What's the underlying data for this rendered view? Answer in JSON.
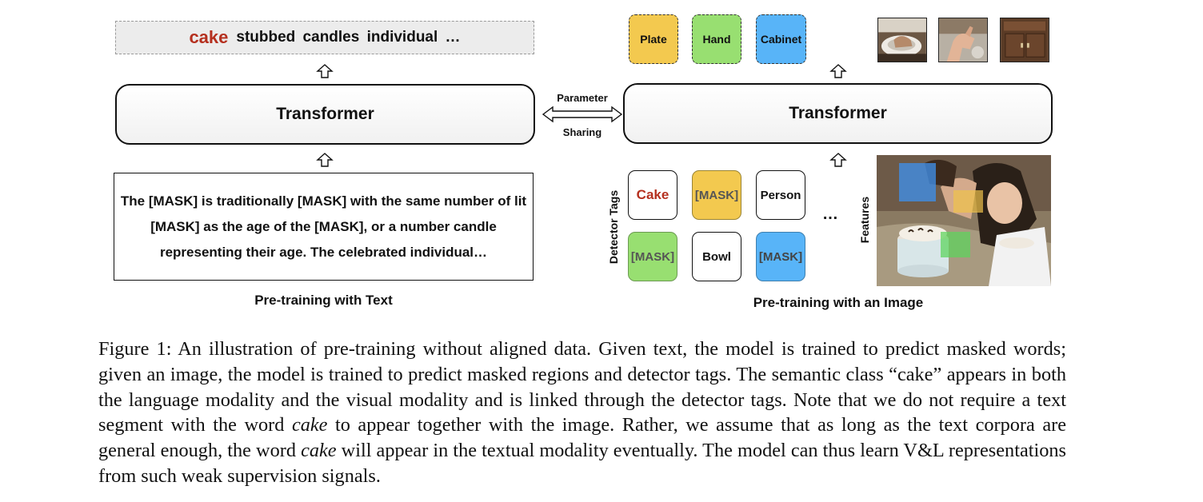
{
  "left": {
    "output_highlight": "cake",
    "output_rest": "stubbed  candles  individual  …",
    "transformer_label": "Transformer",
    "input_text": "The [MASK] is traditionally [MASK] with the same number of lit [MASK] as the age of the [MASK], or a number candle representing their age. The celebrated individual…",
    "section_title": "Pre-training with Text"
  },
  "sharing": {
    "top": "Parameter",
    "bottom": "Sharing"
  },
  "right": {
    "transformer_label": "Transformer",
    "outputs": [
      {
        "label": "Plate",
        "color": "#f3c94f"
      },
      {
        "label": "Hand",
        "color": "#98df71"
      },
      {
        "label": "Cabinet",
        "color": "#58b4f8"
      }
    ],
    "detector_tags_label": "Detector Tags",
    "tags": [
      {
        "label": "Cake",
        "style": "white",
        "text_color": "#b5301f"
      },
      {
        "label": "[MASK]",
        "style": "yellow"
      },
      {
        "label": "Person",
        "style": "white"
      },
      {
        "label": "[MASK]",
        "style": "green"
      },
      {
        "label": "Bowl",
        "style": "white"
      },
      {
        "label": "[MASK]",
        "style": "blue"
      }
    ],
    "ellipsis": "…",
    "features_label": "Features",
    "section_title": "Pre-training with an Image"
  },
  "caption": {
    "lines": [
      "Figure 1: An illustration of pre-training without aligned data. Given text, the model is trained to predict masked words; given an image, the model is trained to predict masked regions and detector tags. The semantic class “cake” appears in both the language modality and the visual modality and is linked through the detector tags. Note that we do not require a text segment with the word ",
      "cake",
      " to appear together with the image. Rather, we assume that as long as the text corpora are general enough, the word ",
      "cake",
      " will appear in the textual modality eventually. The model can thus learn V&L representations from such weak supervision signals."
    ]
  }
}
